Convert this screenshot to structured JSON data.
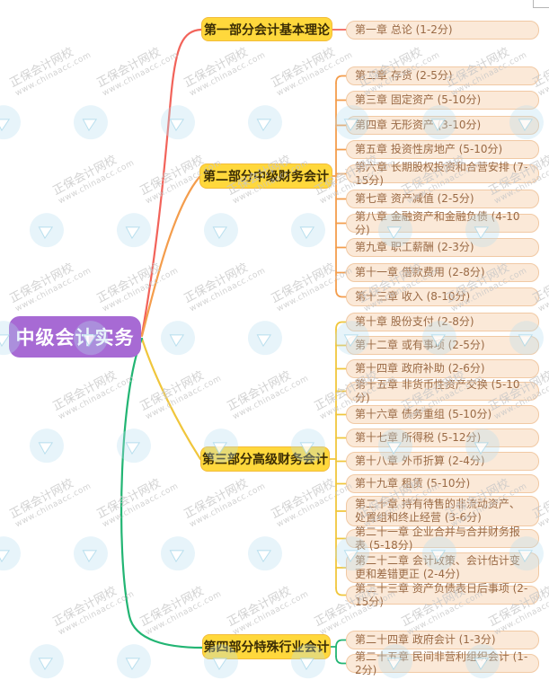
{
  "central_topic": "中级会计实务",
  "watermark": {
    "brand": "正保会计网校",
    "url": "www.chinaacc.com"
  },
  "colors": {
    "center_bg": "#a76ad4",
    "part_bg": "#ffd83c",
    "part_border": "#f3bc3a",
    "leaf_bg": "#fbe9d8",
    "leaf_border": "#f1c9a4",
    "leaf_text": "#9a6a45",
    "branch1": "#f2635a",
    "branch2": "#f49d4c",
    "branch3": "#f0c63c",
    "branch4": "#22b573"
  },
  "branches": [
    {
      "label": "第一部分会计基本理论",
      "leaves": [
        "第一章 总论 (1-2分)"
      ]
    },
    {
      "label": "第二部分中级财务会计",
      "leaves": [
        "第二章 存货 (2-5分)",
        "第三章 固定资产 (5-10分)",
        "第四章 无形资产 (3-10分)",
        "第五章 投资性房地产 (5-10分)",
        "第六章 长期股权投资和合营安排 (7-15分)",
        "第七章 资产减值 (2-5分)",
        "第八章 金融资产和金融负债 (4-10分)",
        "第九章 职工薪酬 (2-3分)",
        "第十一章 借款费用 (2-8分)",
        "第十三章 收入 (8-10分)"
      ]
    },
    {
      "label": "第三部分高级财务会计",
      "leaves": [
        "第十章 股份支付 (2-8分)",
        "第十二章 或有事项 (2-5分)",
        "第十四章 政府补助 (2-6分)",
        "第十五章 非货币性资产交换 (5-10分)",
        "第十六章 债务重组 (5-10分)",
        "第十七章 所得税 (5-12分)",
        "第十八章 外币折算 (2-4分)",
        "第十九章 租赁 (5-10分)",
        "第二十章 持有待售的非流动资产、处置组和终止经营 (3-6分)",
        "第二十一章 企业合并与合并财务报表 (5-18分)",
        "第二十二章 会计政策、会计估计变更和差错更正 (2-4分)",
        "第二十三章 资产负债表日后事项 (2-15分)"
      ]
    },
    {
      "label": "第四部分特殊行业会计",
      "leaves": [
        "第二十四章 政府会计 (1-3分)",
        "第二十五章 民间非营利组织会计 (1-2分)"
      ]
    }
  ]
}
